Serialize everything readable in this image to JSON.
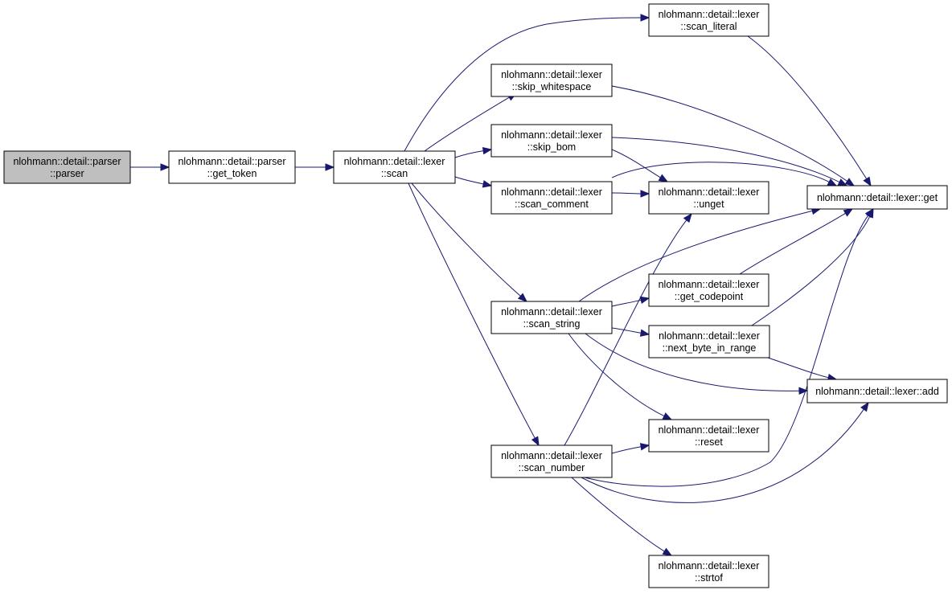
{
  "colors": {
    "node_fill": "#ffffff",
    "root_fill": "#bfbfbf",
    "node_border": "#000000",
    "edge": "#191970"
  },
  "nodes": [
    {
      "id": "parser",
      "lines": [
        "nlohmann::detail::parser",
        "::parser"
      ],
      "highlight": true
    },
    {
      "id": "get_token",
      "lines": [
        "nlohmann::detail::parser",
        "::get_token"
      ]
    },
    {
      "id": "scan",
      "lines": [
        "nlohmann::detail::lexer",
        "::scan"
      ]
    },
    {
      "id": "scan_literal",
      "lines": [
        "nlohmann::detail::lexer",
        "::scan_literal"
      ]
    },
    {
      "id": "skip_whitespace",
      "lines": [
        "nlohmann::detail::lexer",
        "::skip_whitespace"
      ]
    },
    {
      "id": "skip_bom",
      "lines": [
        "nlohmann::detail::lexer",
        "::skip_bom"
      ]
    },
    {
      "id": "scan_comment",
      "lines": [
        "nlohmann::detail::lexer",
        "::scan_comment"
      ]
    },
    {
      "id": "unget",
      "lines": [
        "nlohmann::detail::lexer",
        "::unget"
      ]
    },
    {
      "id": "get",
      "lines": [
        "nlohmann::detail::lexer::get"
      ]
    },
    {
      "id": "get_codepoint",
      "lines": [
        "nlohmann::detail::lexer",
        "::get_codepoint"
      ]
    },
    {
      "id": "scan_string",
      "lines": [
        "nlohmann::detail::lexer",
        "::scan_string"
      ]
    },
    {
      "id": "next_byte_in_range",
      "lines": [
        "nlohmann::detail::lexer",
        "::next_byte_in_range"
      ]
    },
    {
      "id": "add",
      "lines": [
        "nlohmann::detail::lexer::add"
      ]
    },
    {
      "id": "reset",
      "lines": [
        "nlohmann::detail::lexer",
        "::reset"
      ]
    },
    {
      "id": "scan_number",
      "lines": [
        "nlohmann::detail::lexer",
        "::scan_number"
      ]
    },
    {
      "id": "strtof",
      "lines": [
        "nlohmann::detail::lexer",
        "::strtof"
      ]
    }
  ],
  "edges": [
    {
      "from": "parser",
      "to": "get_token"
    },
    {
      "from": "get_token",
      "to": "scan"
    },
    {
      "from": "scan",
      "to": "scan_literal"
    },
    {
      "from": "scan",
      "to": "skip_whitespace"
    },
    {
      "from": "scan",
      "to": "skip_bom"
    },
    {
      "from": "scan",
      "to": "scan_comment"
    },
    {
      "from": "scan",
      "to": "scan_string"
    },
    {
      "from": "scan",
      "to": "scan_number"
    },
    {
      "from": "scan_literal",
      "to": "get"
    },
    {
      "from": "skip_whitespace",
      "to": "get"
    },
    {
      "from": "skip_bom",
      "to": "get"
    },
    {
      "from": "skip_bom",
      "to": "unget"
    },
    {
      "from": "scan_comment",
      "to": "get"
    },
    {
      "from": "scan_comment",
      "to": "unget"
    },
    {
      "from": "scan_string",
      "to": "get"
    },
    {
      "from": "scan_string",
      "to": "get_codepoint"
    },
    {
      "from": "scan_string",
      "to": "next_byte_in_range"
    },
    {
      "from": "scan_string",
      "to": "add"
    },
    {
      "from": "scan_string",
      "to": "reset"
    },
    {
      "from": "get_codepoint",
      "to": "get"
    },
    {
      "from": "next_byte_in_range",
      "to": "get"
    },
    {
      "from": "next_byte_in_range",
      "to": "add"
    },
    {
      "from": "scan_number",
      "to": "unget"
    },
    {
      "from": "scan_number",
      "to": "reset"
    },
    {
      "from": "scan_number",
      "to": "get"
    },
    {
      "from": "scan_number",
      "to": "add"
    },
    {
      "from": "scan_number",
      "to": "strtof"
    }
  ]
}
